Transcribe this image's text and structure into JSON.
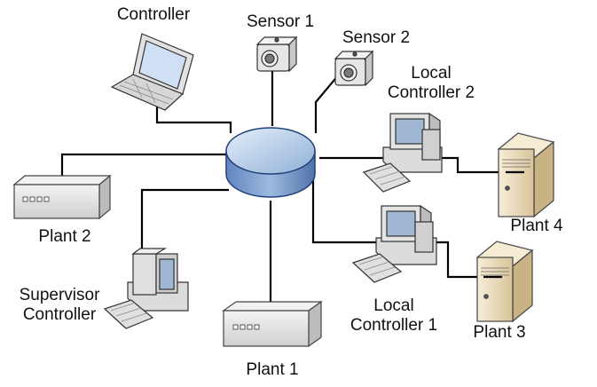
{
  "labels": {
    "controller": "Controller",
    "sensor1": "Sensor 1",
    "sensor2": "Sensor 2",
    "local_controller_2": [
      "Local",
      "Controller 2"
    ],
    "plant2": "Plant 2",
    "plant4": "Plant 4",
    "supervisor_controller": [
      "Supervisor",
      "Controller"
    ],
    "local_controller_1": [
      "Local",
      "Controller 1"
    ],
    "plant3": "Plant 3",
    "plant1": "Plant 1"
  },
  "colors": {
    "hub_fill": "#b8cfe8",
    "hub_stroke": "#1f3f78",
    "device_fill": "#e6e6e6",
    "plant_server_fill": "#efe3c6",
    "line": "#000000"
  }
}
